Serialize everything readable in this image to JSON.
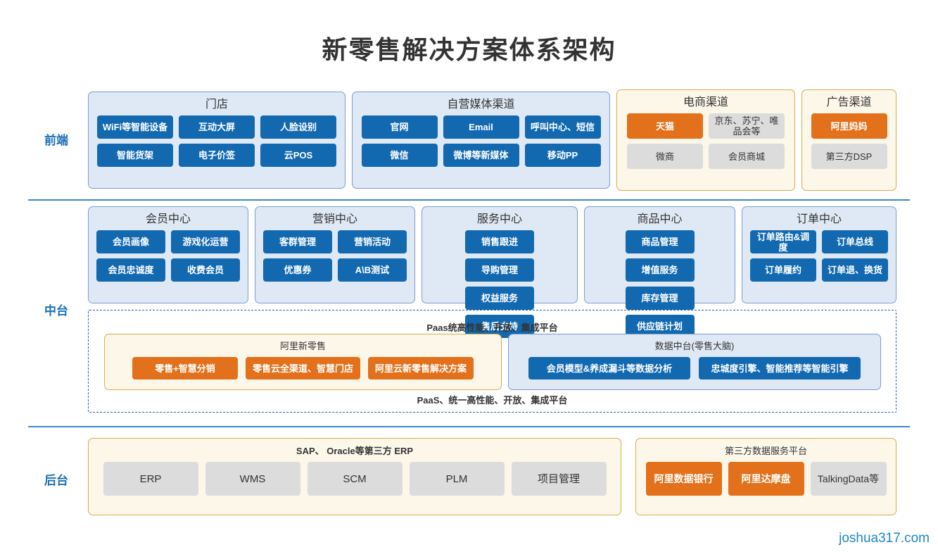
{
  "title": "新零售解决方案体系架构",
  "rows": {
    "front_label": "前端",
    "mid_label": "中台",
    "back_label": "后台"
  },
  "frontend": {
    "store": {
      "title": "门店",
      "items": [
        {
          "label": "WiFi等智能设备",
          "style": "blue"
        },
        {
          "label": "互动大屏",
          "style": "blue"
        },
        {
          "label": "人脸设别",
          "style": "blue"
        },
        {
          "label": "智能货架",
          "style": "blue"
        },
        {
          "label": "电子价签",
          "style": "blue"
        },
        {
          "label": "云POS",
          "style": "blue"
        }
      ]
    },
    "owned_media": {
      "title": "自营媒体渠道",
      "items": [
        {
          "label": "官网",
          "style": "blue"
        },
        {
          "label": "Email",
          "style": "blue"
        },
        {
          "label": "呼叫中心、短信",
          "style": "blue"
        },
        {
          "label": "微信",
          "style": "blue"
        },
        {
          "label": "微博等新媒体",
          "style": "blue"
        },
        {
          "label": "移动PP",
          "style": "blue"
        }
      ]
    },
    "ecommerce": {
      "title": "电商渠道",
      "items": [
        {
          "label": "天猫",
          "style": "orange"
        },
        {
          "label": "京东、苏宁、唯品会等",
          "style": "gray"
        },
        {
          "label": "微商",
          "style": "gray"
        },
        {
          "label": "会员商城",
          "style": "gray"
        }
      ]
    },
    "advertising": {
      "title": "广告渠道",
      "items": [
        {
          "label": "阿里妈妈",
          "style": "orange"
        },
        {
          "label": "第三方DSP",
          "style": "gray"
        }
      ]
    }
  },
  "middle": {
    "member_center": {
      "title": "会员中心",
      "items": [
        {
          "label": "会员画像",
          "style": "blue"
        },
        {
          "label": "游戏化运营",
          "style": "blue"
        },
        {
          "label": "会员忠诚度",
          "style": "blue"
        },
        {
          "label": "收费会员",
          "style": "blue"
        }
      ]
    },
    "marketing_center": {
      "title": "营销中心",
      "items": [
        {
          "label": "客群管理",
          "style": "blue"
        },
        {
          "label": "营销活动",
          "style": "blue"
        },
        {
          "label": "优惠券",
          "style": "blue"
        },
        {
          "label": "A\\B测试",
          "style": "blue"
        }
      ]
    },
    "service_center": {
      "title": "服务中心",
      "items": [
        {
          "label": "销售跟进",
          "style": "blue"
        },
        {
          "label": "导购管理",
          "style": "blue"
        },
        {
          "label": "权益服务",
          "style": "blue"
        },
        {
          "label": "售后支持",
          "style": "blue"
        }
      ]
    },
    "product_center": {
      "title": "商品中心",
      "items": [
        {
          "label": "商品管理",
          "style": "blue"
        },
        {
          "label": "增值服务",
          "style": "blue"
        },
        {
          "label": "库存管理",
          "style": "blue"
        },
        {
          "label": "供应链计划",
          "style": "blue"
        }
      ]
    },
    "order_center": {
      "title": "订单中心",
      "items": [
        {
          "label": "订单路由&调度",
          "style": "blue"
        },
        {
          "label": "订单总线",
          "style": "blue"
        },
        {
          "label": "订单履约",
          "style": "blue"
        },
        {
          "label": "订单退、换货",
          "style": "blue"
        }
      ]
    },
    "paas": {
      "caption_top": "Paas统高性能、开放、集成平台",
      "caption_bottom": "PaaS、统一高性能、开放、集成平台",
      "alibaba_retail": {
        "title": "阿里新零售",
        "items": [
          {
            "label": "零售+智慧分销",
            "style": "orange"
          },
          {
            "label": "零售云全渠道、智慧门店",
            "style": "orange"
          },
          {
            "label": "阿里云新零售解决方案",
            "style": "orange"
          }
        ]
      },
      "data_middle": {
        "title": "数据中台(零售大脑)",
        "items": [
          {
            "label": "会员模型&养成漏斗等数据分析",
            "style": "blue"
          },
          {
            "label": "忠城度引擎、智能推荐等智能引擎",
            "style": "blue"
          }
        ]
      }
    }
  },
  "backend": {
    "erp": {
      "title": "SAP、 Oracle等第三方\nERP",
      "items": [
        {
          "label": "ERP",
          "style": "gray"
        },
        {
          "label": "WMS",
          "style": "gray"
        },
        {
          "label": "SCM",
          "style": "gray"
        },
        {
          "label": "PLM",
          "style": "gray"
        },
        {
          "label": "项目管理",
          "style": "gray"
        }
      ]
    },
    "third_party_data": {
      "title": "第三方数据服务平台",
      "items": [
        {
          "label": "阿里数据银行",
          "style": "orange"
        },
        {
          "label": "阿里达摩盘",
          "style": "orange"
        },
        {
          "label": "TalkingData等",
          "style": "gray"
        }
      ]
    }
  },
  "watermark": "joshua317.com",
  "colors": {
    "blue_chip": "#1269b0",
    "orange_chip": "#e3701a",
    "gray_chip": "#dcdcdc",
    "panel_blue_bg": "#dfe9f5",
    "panel_blue_border": "#7c9dc9",
    "panel_cream_bg": "#fdf7ea",
    "panel_cream_border": "#d9ab4a",
    "label_blue": "#1a6fb5",
    "divider": "#3f87c8",
    "watermark": "#1c86c8"
  }
}
